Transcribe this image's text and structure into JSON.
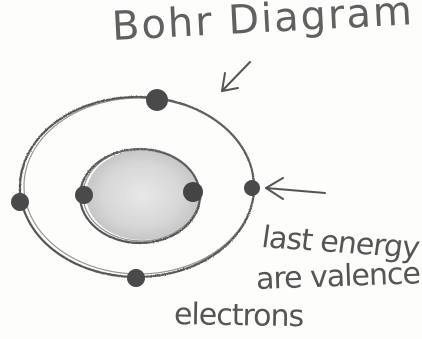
{
  "diagram": {
    "title": "Bohr Diagram",
    "note_lines": [
      "last energy",
      "are valence",
      "electrons"
    ]
  },
  "palette": {
    "ink": "#5a5a5a",
    "electron": "#4a4a4a",
    "nucleus_fill": "#cfcfcf"
  },
  "shells": [
    {
      "name": "inner-shell",
      "electrons": 2
    },
    {
      "name": "outer-shell",
      "electrons": 4
    }
  ]
}
